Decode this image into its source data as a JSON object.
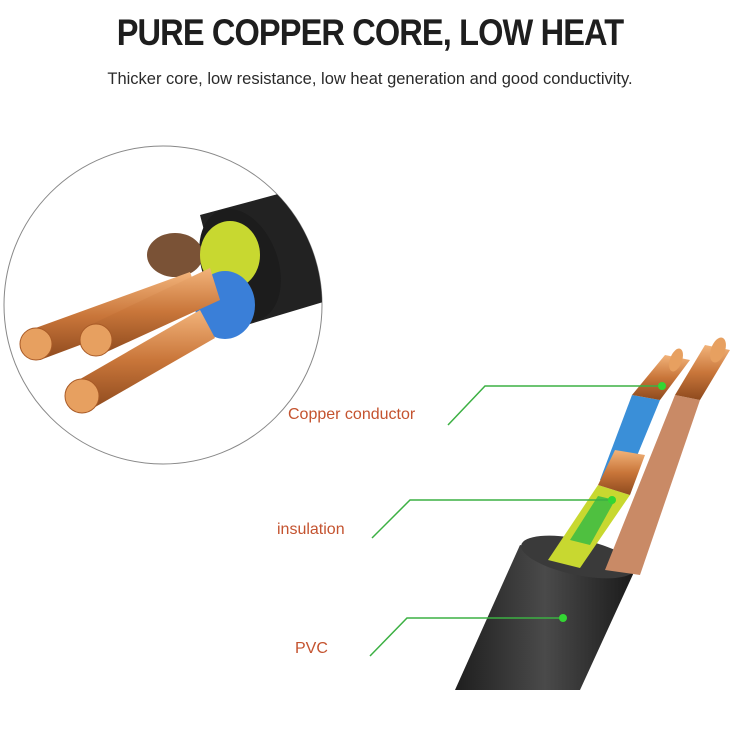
{
  "header": {
    "title": "PURE COPPER CORE, LOW HEAT",
    "subtitle": "Thicker core, low resistance, low heat generation and good conductivity."
  },
  "callouts": [
    {
      "label": "Copper conductor"
    },
    {
      "label": "insulation"
    },
    {
      "label": "PVC"
    }
  ],
  "colors": {
    "label": "#c4532f",
    "callout_line": "#3cb043",
    "jacket": "#2b2b2b",
    "copper": "#d98a4a",
    "blue": "#3a8fd8",
    "yellow_green": "#c8d830",
    "brown": "#c98a66"
  }
}
